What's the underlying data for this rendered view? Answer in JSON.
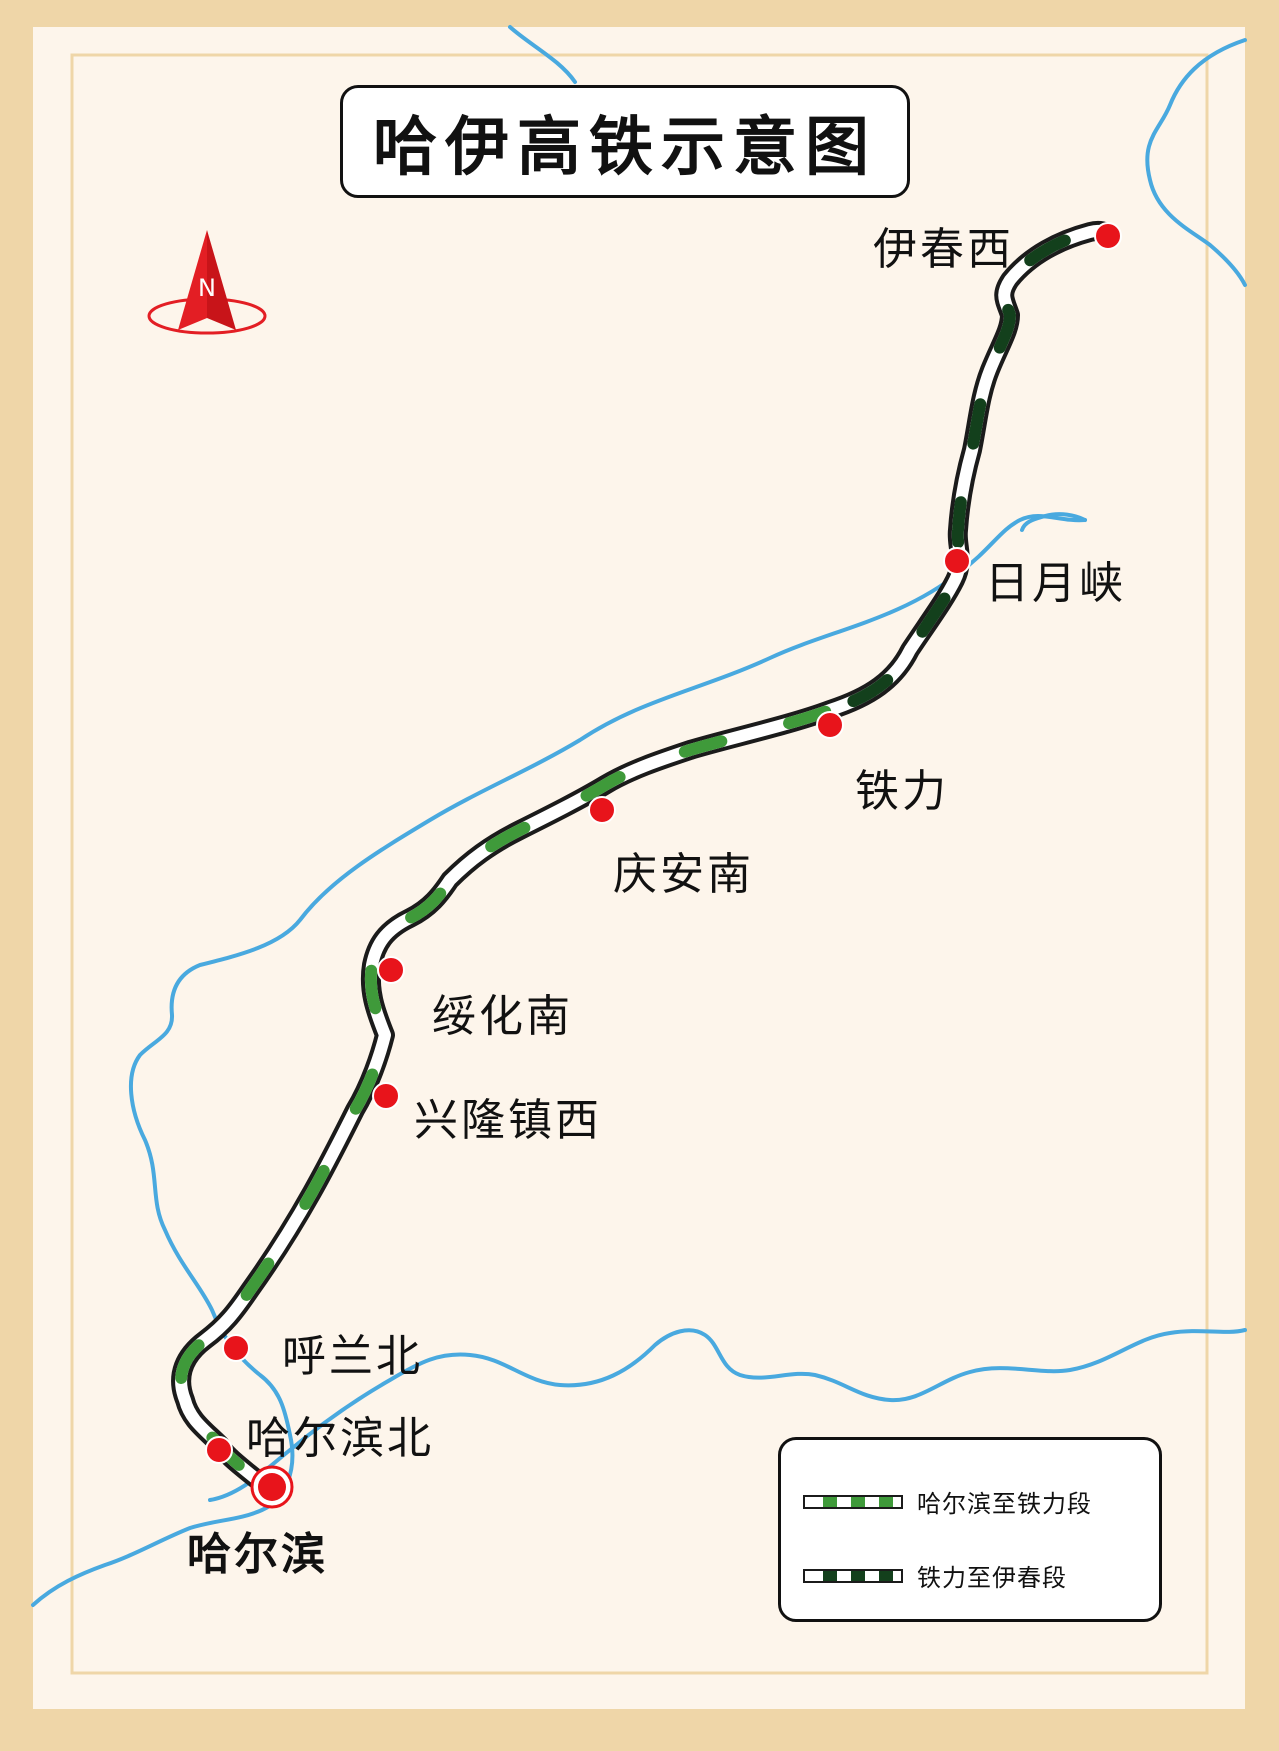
{
  "title": "哈伊高铁示意图",
  "compass": {
    "letter": "N",
    "icon": "north-arrow-icon"
  },
  "stations": [
    {
      "id": "harbin",
      "name": "哈尔滨"
    },
    {
      "id": "harbin-north",
      "name": "哈尔滨北"
    },
    {
      "id": "hulan-north",
      "name": "呼兰北"
    },
    {
      "id": "xinglongzhen-west",
      "name": "兴隆镇西"
    },
    {
      "id": "suihua-south",
      "name": "绥化南"
    },
    {
      "id": "qingan-south",
      "name": "庆安南"
    },
    {
      "id": "tieli",
      "name": "铁力"
    },
    {
      "id": "riyuexia",
      "name": "日月峡"
    },
    {
      "id": "yichun-west",
      "name": "伊春西"
    }
  ],
  "legend": [
    {
      "label": "哈尔滨至铁力段",
      "color": "#3f9a3a"
    },
    {
      "label": "铁力至伊春段",
      "color": "#13401c"
    }
  ],
  "colors": {
    "background": "#efd6a8",
    "paper": "#fdf5eb",
    "river": "#49a9df",
    "station": "#e8141b",
    "segment_harbin_tieli": "#3f9a3a",
    "segment_tieli_yichun": "#13401c",
    "compass_red": "#e31e24"
  }
}
